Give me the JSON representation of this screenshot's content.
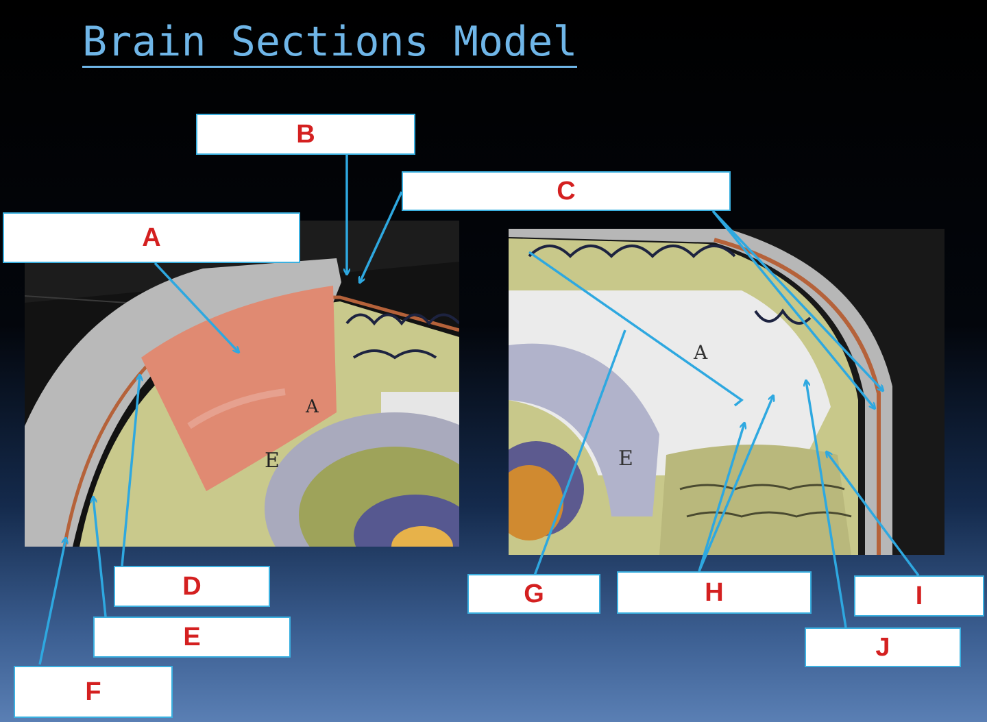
{
  "title": "Brain Sections Model",
  "colors": {
    "title": "#6fb6e8",
    "leader": "#2ea8e0",
    "label_text": "#d42020",
    "box_border": "#3bb0e0"
  },
  "labels": {
    "A": "A",
    "B": "B",
    "C": "C",
    "D": "D",
    "E": "E",
    "F": "F",
    "G": "G",
    "H": "H",
    "I": "I",
    "J": "J"
  }
}
